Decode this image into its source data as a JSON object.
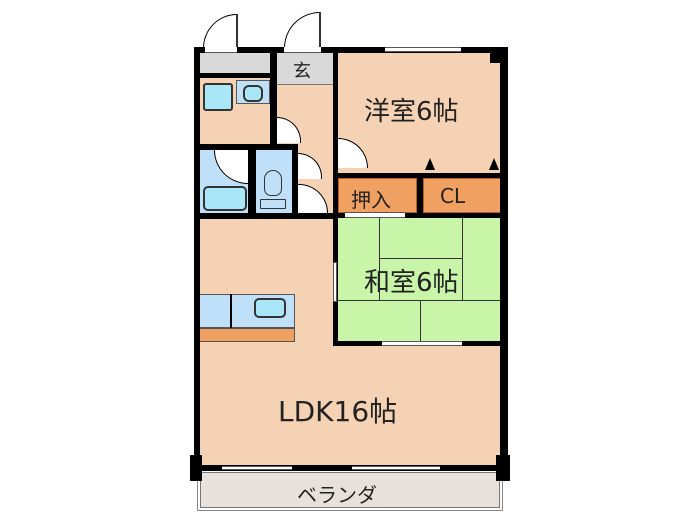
{
  "floor_plan": {
    "rooms": {
      "western_room": {
        "label": "洋室6帖"
      },
      "japanese_room": {
        "label": "和室6帖"
      },
      "ldk": {
        "label": "LDK16帖"
      },
      "entrance": {
        "label": "玄"
      },
      "closet_oshiire": {
        "label": "押入"
      },
      "closet_cl": {
        "label": "CL"
      },
      "balcony": {
        "label": "ベランダ"
      }
    },
    "colors": {
      "room_floor": "#f6d2b4",
      "tatami": "#c8f5a8",
      "closet": "#f0a060",
      "wet_area": "#bfe0f8",
      "entrance": "#d9d9d9",
      "balcony": "#e8e0da",
      "wall": "#000000"
    }
  }
}
